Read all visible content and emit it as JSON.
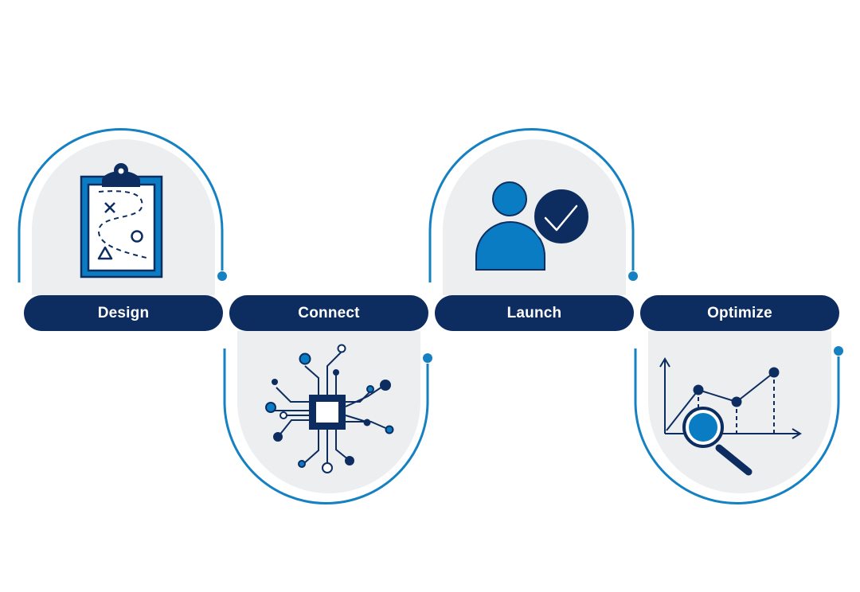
{
  "steps": [
    {
      "label": "Design",
      "icon": "clipboard-plan-icon"
    },
    {
      "label": "Connect",
      "icon": "circuit-chip-icon"
    },
    {
      "label": "Launch",
      "icon": "user-check-icon"
    },
    {
      "label": "Optimize",
      "icon": "chart-magnifier-icon"
    }
  ],
  "colors": {
    "navy": "#0d2d61",
    "blue": "#0a7cc4",
    "panel": "#eceef0",
    "outline": "#1581c2"
  }
}
